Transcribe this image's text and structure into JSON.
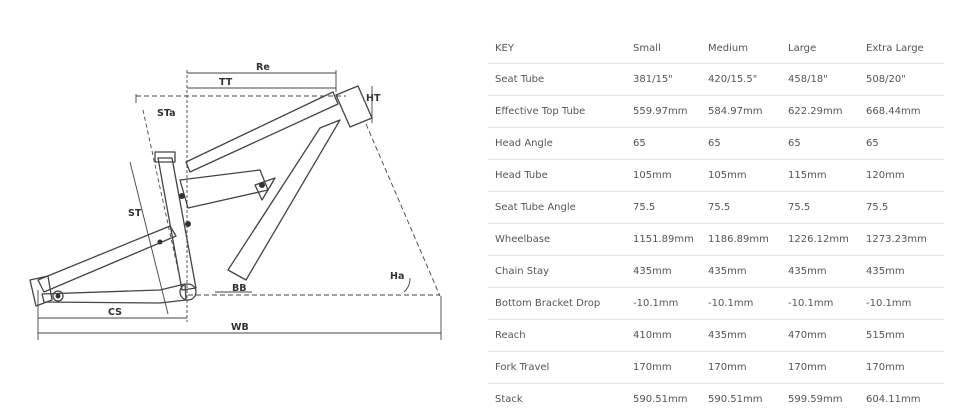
{
  "diagram": {
    "labels": {
      "re": "Re",
      "tt": "TT",
      "ht": "HT",
      "sta": "STa",
      "st": "ST",
      "ha": "Ha",
      "bb": "BB",
      "cs": "CS",
      "wb": "WB"
    }
  },
  "table": {
    "header": [
      "KEY",
      "Small",
      "Medium",
      "Large",
      "Extra Large"
    ],
    "rows": [
      [
        "Seat Tube",
        "381/15\"",
        "420/15.5\"",
        "458/18\"",
        "508/20\""
      ],
      [
        "Effective Top Tube",
        "559.97mm",
        "584.97mm",
        "622.29mm",
        "668.44mm"
      ],
      [
        "Head Angle",
        "65",
        "65",
        "65",
        "65"
      ],
      [
        "Head Tube",
        "105mm",
        "105mm",
        "115mm",
        "120mm"
      ],
      [
        "Seat Tube Angle",
        "75.5",
        "75.5",
        "75.5",
        "75.5"
      ],
      [
        "Wheelbase",
        "1151.89mm",
        "1186.89mm",
        "1226.12mm",
        "1273.23mm"
      ],
      [
        "Chain Stay",
        "435mm",
        "435mm",
        "435mm",
        "435mm"
      ],
      [
        "Bottom Bracket Drop",
        "-10.1mm",
        "-10.1mm",
        "-10.1mm",
        "-10.1mm"
      ],
      [
        "Reach",
        "410mm",
        "435mm",
        "470mm",
        "515mm"
      ],
      [
        "Fork Travel",
        "170mm",
        "170mm",
        "170mm",
        "170mm"
      ],
      [
        "Stack",
        "590.51mm",
        "590.51mm",
        "599.59mm",
        "604.11mm"
      ]
    ]
  }
}
